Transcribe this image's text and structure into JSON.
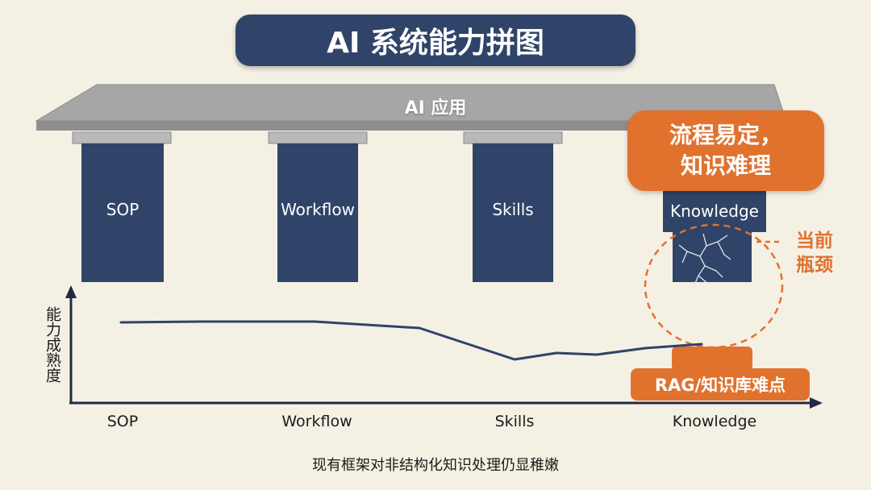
{
  "title": "AI 系统能力拼图",
  "beam_label": "AI 应用",
  "pillars": [
    {
      "label": "SOP"
    },
    {
      "label": "Workflow"
    },
    {
      "label": "Skills"
    },
    {
      "label": "Knowledge"
    }
  ],
  "callout_top": {
    "line1": "流程易定，",
    "line2": "知识难理"
  },
  "bottleneck": {
    "line1": "当前",
    "line2": "瓶颈"
  },
  "rag_label": "RAG/知识库难点",
  "y_axis_label": "能力成熟度",
  "x_axis_labels": [
    "SOP",
    "Workflow",
    "Skills",
    "Knowledge"
  ],
  "footer": "现有框架对非结构化知识处理仍显稚嫩",
  "colors": {
    "navy": "#2f4468",
    "orange": "#e0722e",
    "beam": "#a8a8a8",
    "background": "#f5f0e4"
  }
}
